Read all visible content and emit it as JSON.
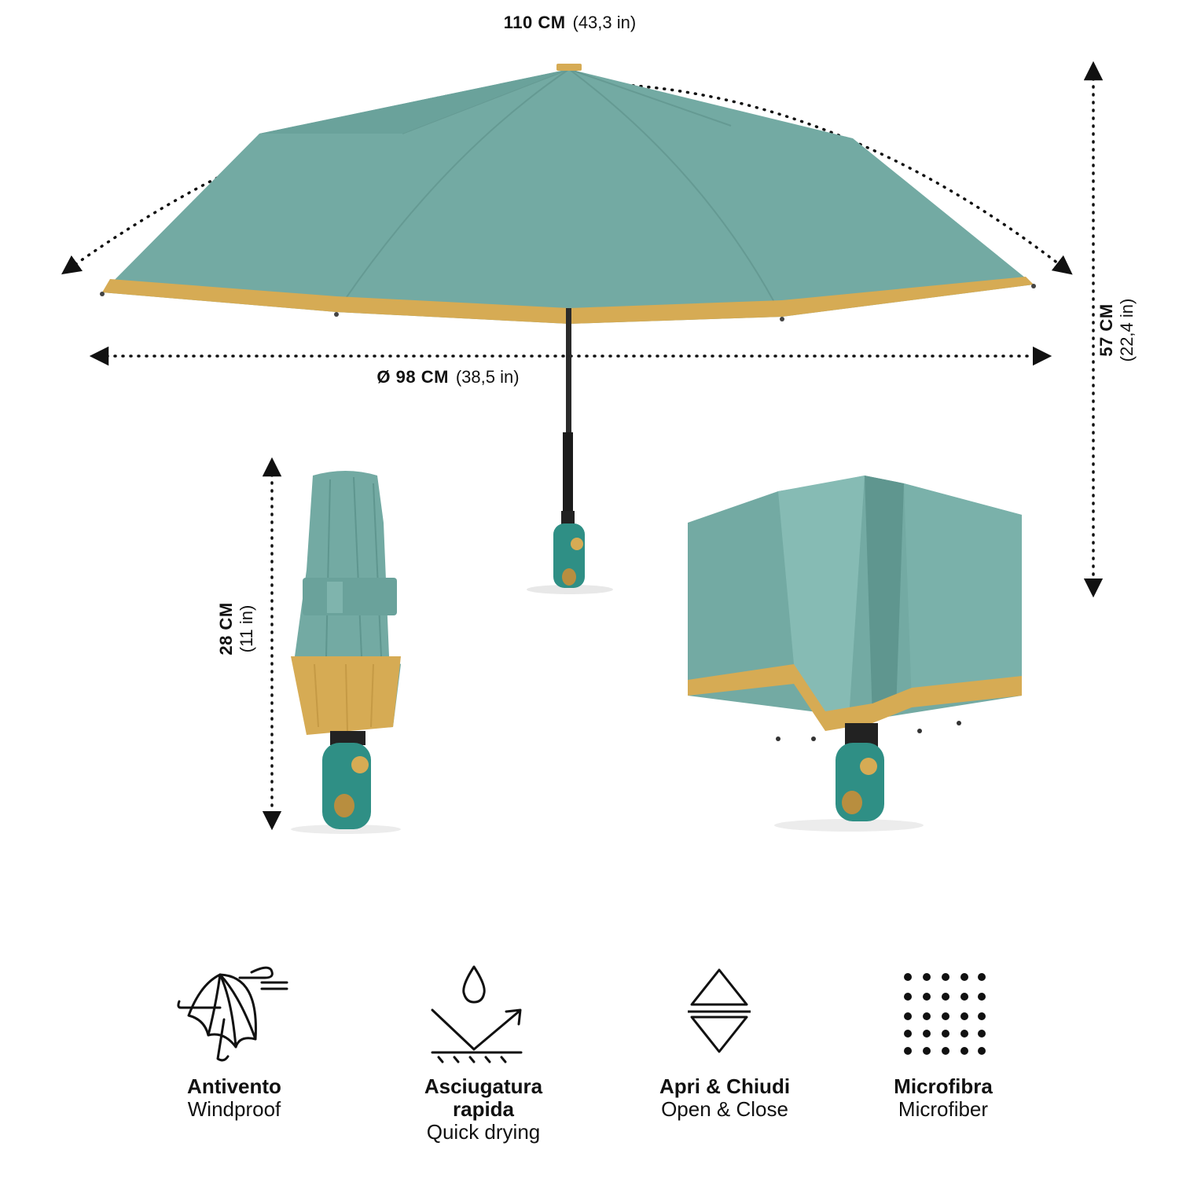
{
  "dimensions": {
    "arc": {
      "main": "110 CM",
      "sub": "(43,3 in)"
    },
    "diameter": {
      "main": "Ø 98 CM",
      "sub": "(38,5 in)"
    },
    "height_open": {
      "main": "57 CM",
      "sub": "(22,4 in)"
    },
    "height_folded": {
      "main": "28 CM",
      "sub": "(11 in)"
    }
  },
  "features": [
    {
      "icon": "windproof-umbrella-icon",
      "it": "Antivento",
      "en": "Windproof"
    },
    {
      "icon": "quick-drying-icon",
      "it_line1": "Asciugatura",
      "it_line2": "rapida",
      "en": "Quick drying"
    },
    {
      "icon": "open-close-icon",
      "it": "Apri & Chiudi",
      "en": "Open & Close"
    },
    {
      "icon": "microfiber-dots-icon",
      "it": "Microfibra",
      "en": "Microfiber"
    }
  ],
  "colors": {
    "canopy": "#73aaa3",
    "canopy_dark": "#5f968f",
    "border": "#d6ab54",
    "handle": "#2f8f85",
    "shaft": "#1b1b1b"
  }
}
